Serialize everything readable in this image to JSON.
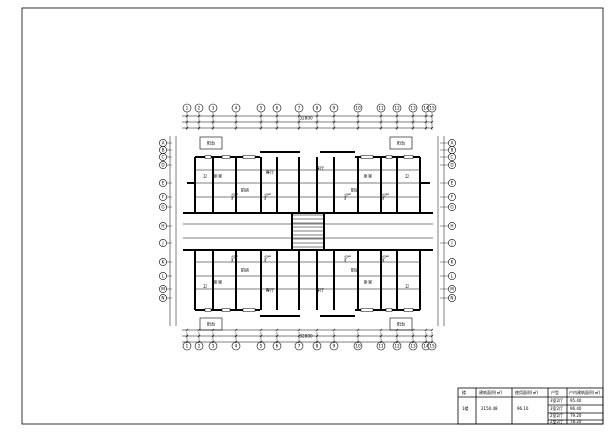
{
  "drawing": {
    "top_axes": [
      "1",
      "2",
      "3",
      "4",
      "5",
      "6",
      "7",
      "8",
      "9",
      "10",
      "11",
      "12",
      "13",
      "14",
      "15"
    ],
    "bottom_axes": [
      "1",
      "2",
      "3",
      "4",
      "5",
      "6",
      "7",
      "8",
      "9",
      "10",
      "11",
      "12",
      "13",
      "14",
      "15"
    ],
    "left_axes": [
      "A",
      "B",
      "C",
      "D",
      "E",
      "F",
      "G",
      "H",
      "J",
      "K",
      "L",
      "M",
      "N"
    ],
    "right_axes": [
      "A",
      "B",
      "C",
      "D",
      "E",
      "F",
      "G",
      "H",
      "J",
      "K",
      "L",
      "M",
      "N"
    ],
    "overall_dim_top": "32800",
    "overall_dim_bottom": "32800",
    "room_labels": {
      "bedroom": "卧室",
      "living": "客厅",
      "kitchen": "厨房",
      "bath": "卫",
      "balcony": "阳台"
    }
  },
  "area_table": {
    "headers": [
      "楼",
      "建筑面积(㎡)",
      "使用面积(㎡)",
      "户型",
      "户内建筑面积(㎡)"
    ],
    "building": "1楼",
    "building_area": "2150.48",
    "use_area": "96.10",
    "units": [
      {
        "type": "3室2厅",
        "area": "95.40"
      },
      {
        "type": "3室2厅",
        "area": "96.40"
      },
      {
        "type": "2室2厅",
        "area": "79.20"
      },
      {
        "type": "2室2厅",
        "area": "78.20"
      }
    ]
  }
}
